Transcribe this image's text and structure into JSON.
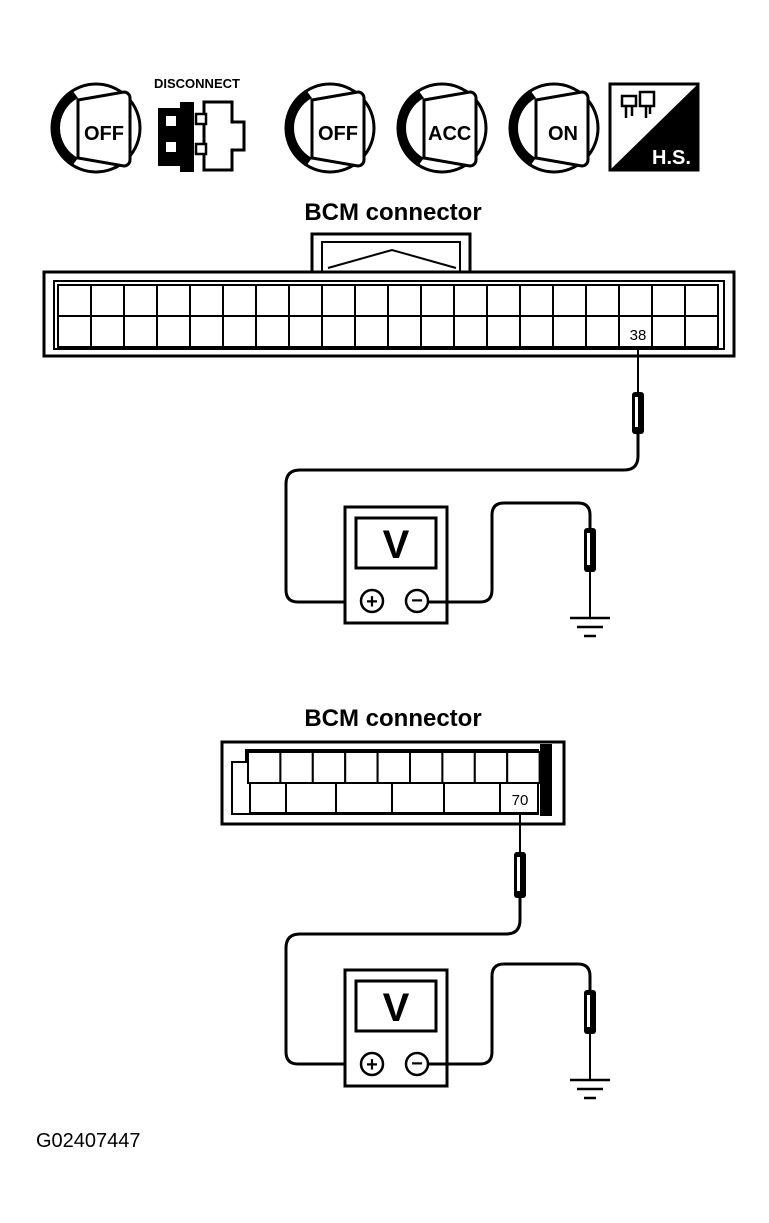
{
  "procedure_icons": [
    {
      "icon": "ignition-key-icon",
      "label": "OFF"
    },
    {
      "icon": "connector-disconnect-icon",
      "label": "DISCONNECT"
    },
    {
      "icon": "ignition-key-icon",
      "label": "OFF"
    },
    {
      "icon": "ignition-key-icon",
      "label": "ACC"
    },
    {
      "icon": "ignition-key-icon",
      "label": "ON"
    },
    {
      "icon": "harness-side-icon",
      "label": "H.S."
    }
  ],
  "connector_1": {
    "title": "BCM connector",
    "pin": "38"
  },
  "connector_2": {
    "title": "BCM connector",
    "pin": "70"
  },
  "meter": {
    "display": "V",
    "positive": "+",
    "negative": "−"
  },
  "figure_code": "G02407447"
}
